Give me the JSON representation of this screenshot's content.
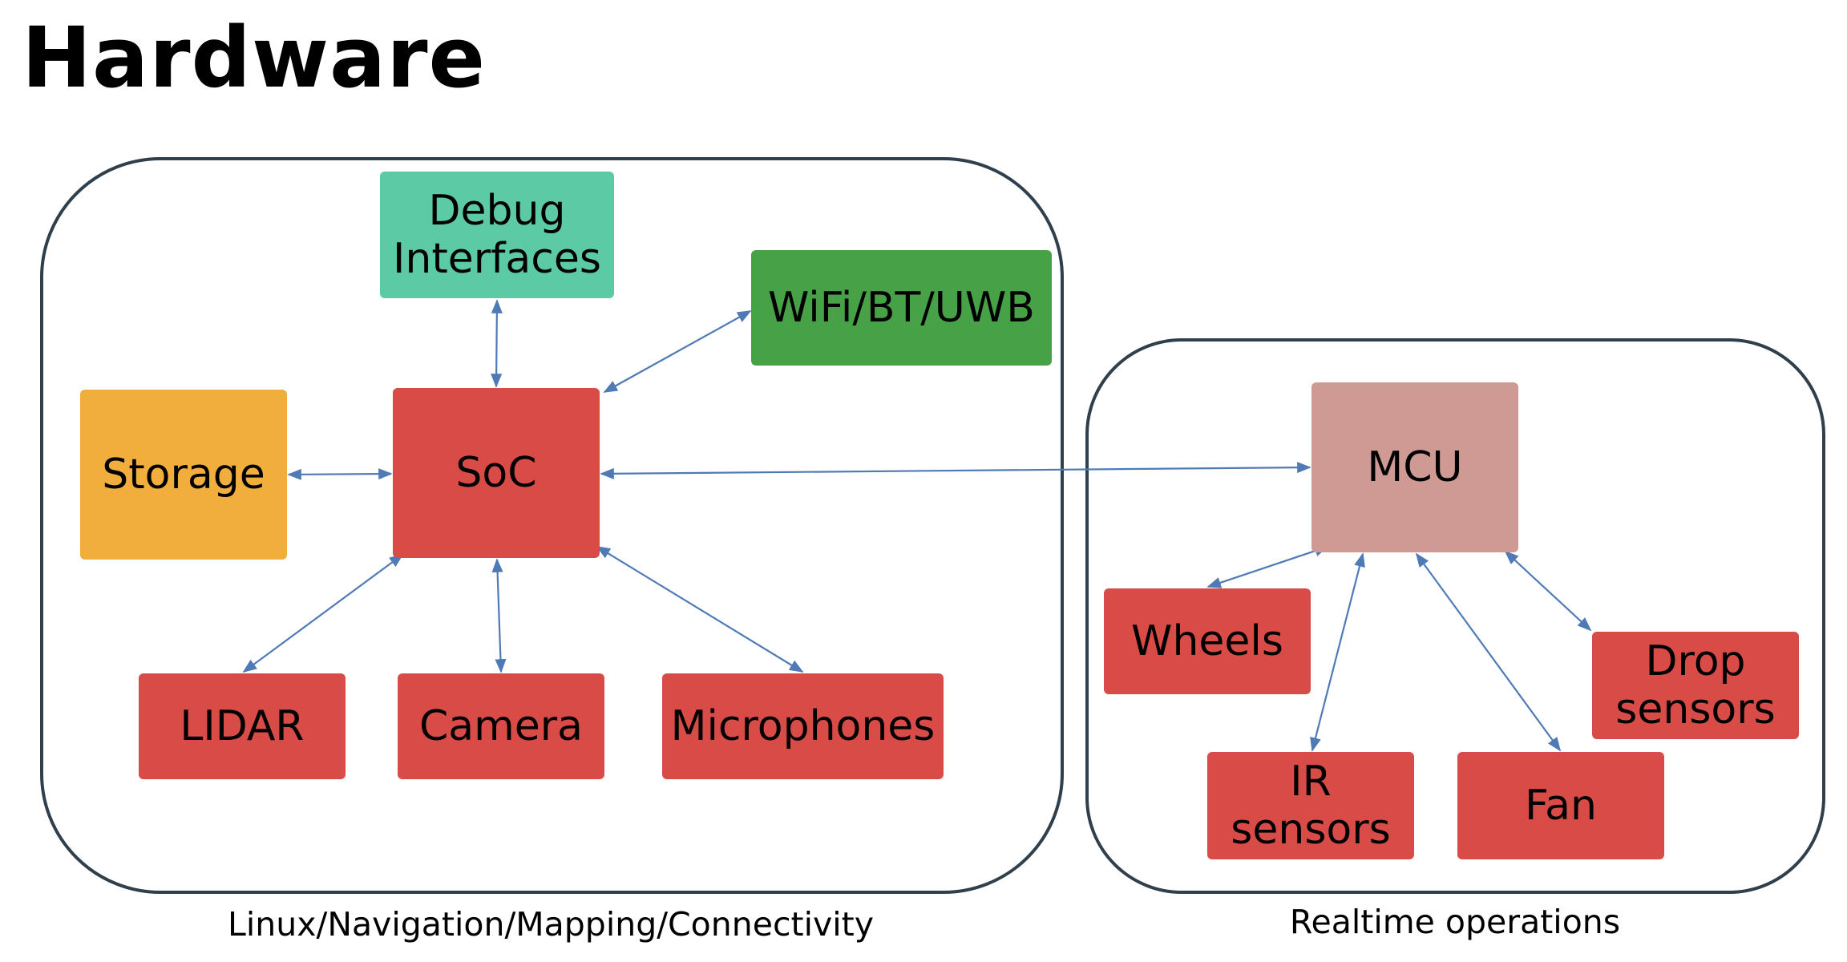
{
  "title": "Hardware",
  "groups": {
    "linux": {
      "caption": "Linux/Navigation/Mapping/Connectivity"
    },
    "realtime": {
      "caption": "Realtime operations"
    }
  },
  "nodes": {
    "debug": {
      "line1": "Debug",
      "line2": "Interfaces"
    },
    "wifi": "WiFi/BT/UWB",
    "storage": "Storage",
    "soc": "SoC",
    "lidar": "LIDAR",
    "camera": "Camera",
    "microphones": "Microphones",
    "mcu": "MCU",
    "wheels": "Wheels",
    "drop": {
      "line1": "Drop",
      "line2": "sensors"
    },
    "ir": {
      "line1": "IR",
      "line2": "sensors"
    },
    "fan": "Fan"
  },
  "colors": {
    "red": "#d84b46",
    "pink": "#cf9994",
    "teal": "#5ccaa4",
    "green": "#47a147",
    "amber": "#f2ae3c",
    "border": "#2f3f4c",
    "arrow": "#4f7ab5"
  },
  "edges": [
    {
      "from": "soc",
      "to": "debug",
      "direction": "both"
    },
    {
      "from": "soc",
      "to": "wifi",
      "direction": "both"
    },
    {
      "from": "soc",
      "to": "storage",
      "direction": "both"
    },
    {
      "from": "soc",
      "to": "mcu",
      "direction": "both"
    },
    {
      "from": "soc",
      "to": "lidar",
      "direction": "both"
    },
    {
      "from": "soc",
      "to": "camera",
      "direction": "both"
    },
    {
      "from": "soc",
      "to": "microphones",
      "direction": "both"
    },
    {
      "from": "mcu",
      "to": "wheels",
      "direction": "both"
    },
    {
      "from": "mcu",
      "to": "ir",
      "direction": "both"
    },
    {
      "from": "mcu",
      "to": "fan",
      "direction": "both"
    },
    {
      "from": "mcu",
      "to": "drop",
      "direction": "both"
    }
  ]
}
